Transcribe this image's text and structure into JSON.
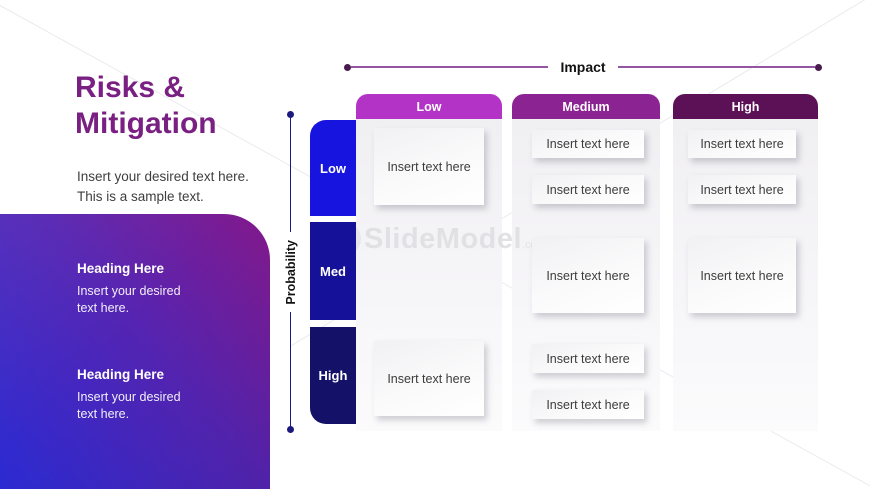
{
  "header": {
    "title": "Risks & Mitigation",
    "subtitle": "Insert your desired text here. This is a sample text."
  },
  "info_panel": {
    "items": [
      {
        "heading": "Heading Here",
        "text": "Insert your desired text here."
      },
      {
        "heading": "Heading Here",
        "text": "Insert your desired text here."
      }
    ]
  },
  "matrix": {
    "impact_axis_label": "Impact",
    "probability_axis_label": "Probability",
    "impact_levels": [
      "Low",
      "Medium",
      "High"
    ],
    "probability_levels": [
      "Low",
      "Med",
      "High"
    ],
    "card_text": "Insert text here",
    "cards_per_cell": {
      "low_probability": {
        "low_impact": 1,
        "medium_impact": 2,
        "high_impact": 2
      },
      "med_probability": {
        "low_impact": 0,
        "medium_impact": 1,
        "high_impact": 1
      },
      "high_probability": {
        "low_impact": 1,
        "medium_impact": 2,
        "high_impact": 0
      }
    }
  },
  "watermark": {
    "brand": "SlideModel",
    "suffix": ".com"
  },
  "colors": {
    "title": "#7a2083",
    "impact_axis_line": "#9456a0",
    "impact_header_low": "#b233c6",
    "impact_header_medium": "#8b2492",
    "impact_header_high": "#5c1157",
    "probability_axis_line": "#1c1a7e",
    "probability_low": "#1714df",
    "probability_med": "#151299",
    "probability_high": "#141168",
    "panel_gradient_start": "#2b2bd3",
    "panel_gradient_end": "#84198b"
  }
}
